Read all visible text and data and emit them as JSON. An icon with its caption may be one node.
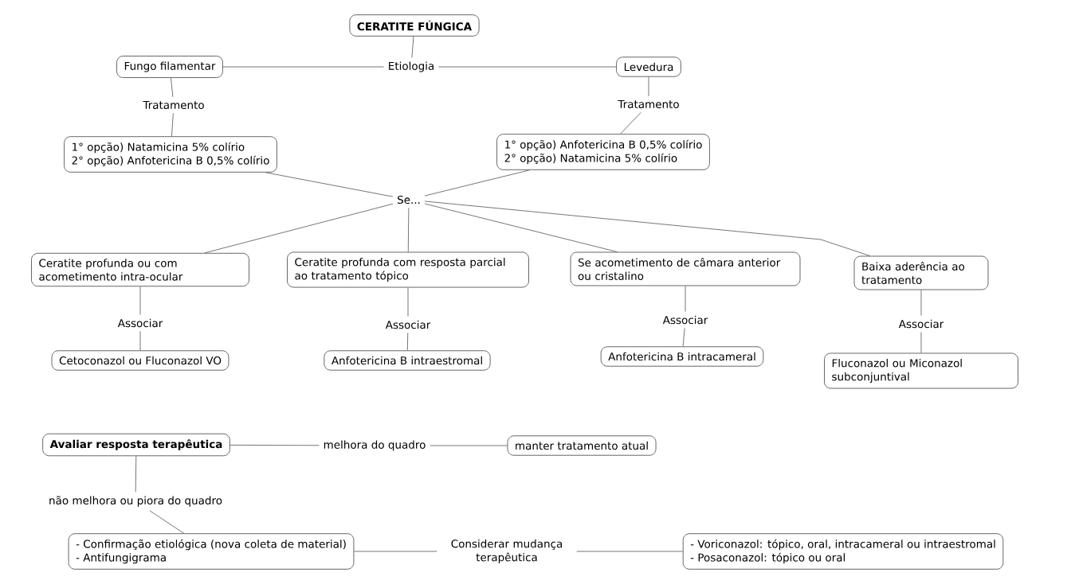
{
  "diagram": {
    "nodes": [
      {
        "text": [
          "CERATITE FÚNGICA"
        ]
      },
      {
        "text": [
          "Etiologia"
        ]
      },
      {
        "text": [
          "Fungo filamentar"
        ]
      },
      {
        "text": [
          "Levedura"
        ]
      },
      {
        "text": [
          "Tratamento"
        ]
      },
      {
        "text": [
          "Tratamento"
        ]
      },
      {
        "text": [
          "1° opção) Natamicina 5% colírio",
          "2° opção) Anfotericina B 0,5% colírio"
        ]
      },
      {
        "text": [
          "1° opção) Anfotericina B 0,5% colírio",
          "2° opção) Natamicina 5% colírio"
        ]
      },
      {
        "text": [
          "Se..."
        ]
      },
      {
        "text": [
          "Ceratite profunda ou com acometimento intra-ocular"
        ]
      },
      {
        "text": [
          "Ceratite profunda com resposta parcial ao tratamento tópico"
        ]
      },
      {
        "text": [
          "Se acometimento de câmara anterior ou cristalino"
        ]
      },
      {
        "text": [
          "Baixa aderência ao tratamento"
        ]
      },
      {
        "text": [
          "Associar"
        ]
      },
      {
        "text": [
          "Associar"
        ]
      },
      {
        "text": [
          "Associar"
        ]
      },
      {
        "text": [
          "Associar"
        ]
      },
      {
        "text": [
          "Cetoconazol ou Fluconazol VO"
        ]
      },
      {
        "text": [
          "Anfotericina B intraestromal"
        ]
      },
      {
        "text": [
          "Anfotericina B intracameral"
        ]
      },
      {
        "text": [
          "Fluconazol ou Miconazol subconjuntival"
        ]
      },
      {
        "text": [
          "Avaliar resposta terapêutica"
        ]
      },
      {
        "text": [
          "melhora do quadro"
        ]
      },
      {
        "text": [
          "manter tratamento atual"
        ]
      },
      {
        "text": [
          "não melhora ou piora do quadro"
        ]
      },
      {
        "text": [
          "- Confirmação etiológica (nova coleta de material)",
          "- Antifungigrama"
        ]
      },
      {
        "text": [
          "Considerar mudança terapêutica"
        ]
      },
      {
        "text": [
          "- Voriconazol: tópico, oral, intracameral ou intraestromal",
          "- Posaconazol: tópico ou oral"
        ]
      }
    ],
    "edges": [
      {
        "from": 0,
        "to": 1,
        "arrow": "none"
      },
      {
        "from": 1,
        "to": 2,
        "arrow": "none"
      },
      {
        "from": 1,
        "to": 3,
        "arrow": "none"
      },
      {
        "from": 2,
        "to": 4,
        "arrow": "none"
      },
      {
        "from": 4,
        "to": 6,
        "arrow": "none"
      },
      {
        "from": 3,
        "to": 5,
        "arrow": "none"
      },
      {
        "from": 5,
        "to": 7,
        "arrow": "none"
      },
      {
        "from": 6,
        "to": 8,
        "arrow": "none"
      },
      {
        "from": 7,
        "to": 8,
        "arrow": "none"
      },
      {
        "from": 8,
        "to": 9,
        "arrow": "none"
      },
      {
        "from": 8,
        "to": 10,
        "arrow": "none"
      },
      {
        "from": 8,
        "to": 11,
        "arrow": "none"
      },
      {
        "from": 8,
        "to": 12,
        "arrow": "none"
      },
      {
        "from": 9,
        "to": 13,
        "arrow": "none"
      },
      {
        "from": 13,
        "to": 17,
        "arrow": "none"
      },
      {
        "from": 10,
        "to": 14,
        "arrow": "none"
      },
      {
        "from": 14,
        "to": 18,
        "arrow": "none"
      },
      {
        "from": 11,
        "to": 15,
        "arrow": "none"
      },
      {
        "from": 15,
        "to": 19,
        "arrow": "none"
      },
      {
        "from": 12,
        "to": 16,
        "arrow": "none"
      },
      {
        "from": 16,
        "to": 20,
        "arrow": "none"
      },
      {
        "from": 21,
        "to": 22,
        "arrow": "none"
      },
      {
        "from": 22,
        "to": 23,
        "arrow": "none"
      },
      {
        "from": 21,
        "to": 24,
        "arrow": "none"
      },
      {
        "from": 24,
        "to": 25,
        "arrow": "none"
      },
      {
        "from": 25,
        "to": 26,
        "arrow": "none"
      },
      {
        "from": 26,
        "to": 27,
        "arrow": "none"
      }
    ]
  }
}
